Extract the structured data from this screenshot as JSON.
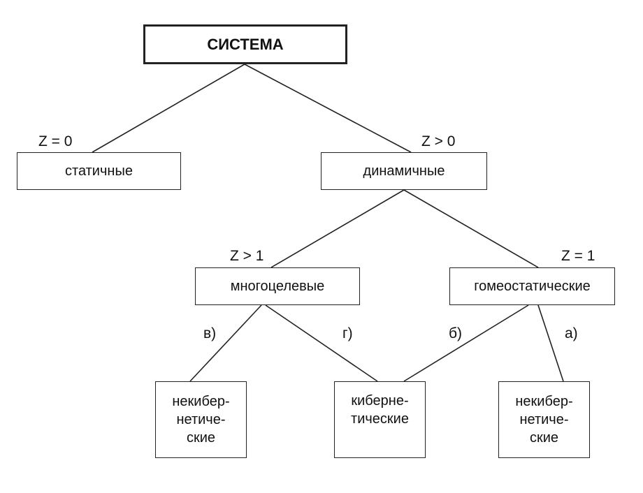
{
  "nodes": {
    "root": "СИСТЕМА",
    "static": "статичные",
    "dynamic": "динамичные",
    "multi": "многоцелевые",
    "homeo": "гомеостатические",
    "noncyber_left": [
      "некибер-",
      "нетиче-",
      "ские"
    ],
    "cyber": [
      "киберне-",
      "тические"
    ],
    "noncyber_right": [
      "некибер-",
      "нетиче-",
      "ские"
    ]
  },
  "edge_labels": {
    "z_static": "Z = 0",
    "z_dynamic": "Z > 0",
    "z_multi": "Z > 1",
    "z_homeo": "Z = 1",
    "v": "в)",
    "g": "г)",
    "b": "б)",
    "a": "а)"
  }
}
